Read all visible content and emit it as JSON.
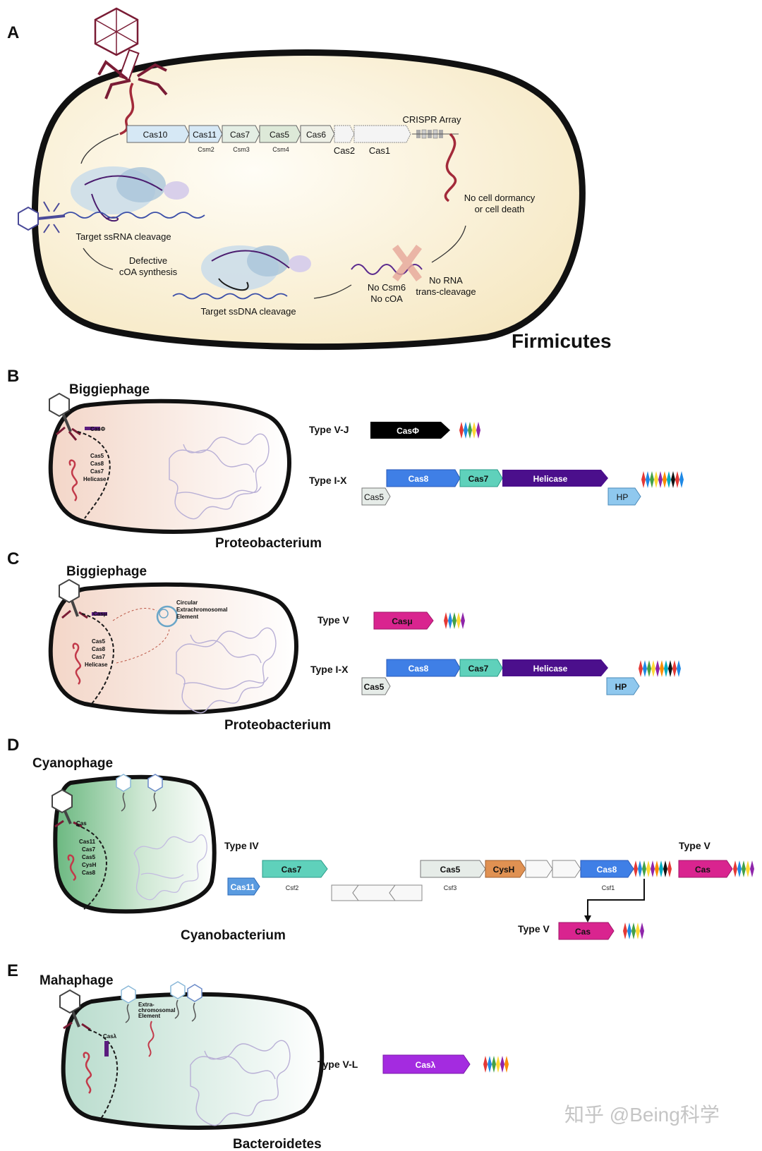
{
  "panels": {
    "A": {
      "letter": "A",
      "host": "Firmicutes",
      "genes": [
        "Cas10",
        "Cas11",
        "Cas7",
        "Cas5",
        "Cas6",
        "Cas2",
        "Cas1"
      ],
      "subgenes": [
        "Csm2",
        "Csm3",
        "Csm4"
      ],
      "crispr_label": "CRISPR Array",
      "steps": {
        "ssrna": "Target ssRNA cleavage",
        "coa_line1": "Defective",
        "coa_line2": "cOA synthesis",
        "ssdna": "Target ssDNA cleavage",
        "nocsm_line1": "No Csm6",
        "nocsm_line2": "No cOA",
        "norna_line1": "No RNA",
        "norna_line2": "trans-cleavage",
        "nodeath_line1": "No cell dormancy",
        "nodeath_line2": "or cell death"
      }
    },
    "B": {
      "letter": "B",
      "phage": "Biggiephage",
      "host": "Proteobacterium",
      "genome_labels": [
        "CasΦ",
        "Cas5",
        "Cas8",
        "Cas7",
        "Helicase"
      ],
      "type1": "Type V-J",
      "type2": "Type I-X",
      "genes": [
        "CasΦ",
        "Cas8",
        "Cas7",
        "Helicase",
        "Cas5",
        "HP"
      ]
    },
    "C": {
      "letter": "C",
      "phage": "Biggiephage",
      "host": "Proteobacterium",
      "genome_labels": [
        "Casμ",
        "Cas5",
        "Cas8",
        "Cas7",
        "Helicase"
      ],
      "ece": [
        "Circular",
        "Extrachromosomal",
        "Element"
      ],
      "type1": "Type V",
      "type2": "Type I-X",
      "genes": [
        "Casμ",
        "Cas8",
        "Cas7",
        "Helicase",
        "Cas5",
        "HP"
      ]
    },
    "D": {
      "letter": "D",
      "phage": "Cyanophage",
      "host": "Cyanobacterium",
      "genome_labels": [
        "Cas",
        "Cas11",
        "Cas7",
        "Cas5",
        "CysH",
        "Cas8"
      ],
      "type_iv": "Type IV",
      "type_v": "Type V",
      "genes": [
        "Cas11",
        "Cas7",
        "Cas5",
        "CysH",
        "Cas8",
        "Cas"
      ],
      "subgenes": [
        "Csf2",
        "Csf3",
        "Csf1"
      ]
    },
    "E": {
      "letter": "E",
      "phage": "Mahaphage",
      "host": "Bacteroidetes",
      "genome_labels": [
        "Casλ"
      ],
      "ece": [
        "Extra-",
        "chromosomal",
        "Element"
      ],
      "type1": "Type V-L",
      "genes": [
        "Casλ"
      ]
    }
  },
  "watermark": "知乎 @Being科学",
  "colors": {
    "firmicutes_bg": "#fbf3dc",
    "proteo_bg": "#f6e1d8",
    "cyano_bg": "#8dc99a",
    "bactero_bg": "#cfe6dd",
    "cas8_blue": "#3f7fe6",
    "cas7_teal": "#5fd1bb",
    "helicase_purple": "#4b0f8c",
    "cas_magenta": "#d9248f",
    "caslambda_violet": "#a42be0",
    "cysh_orange": "#e09152",
    "phage_red": "#8a1a2e"
  }
}
